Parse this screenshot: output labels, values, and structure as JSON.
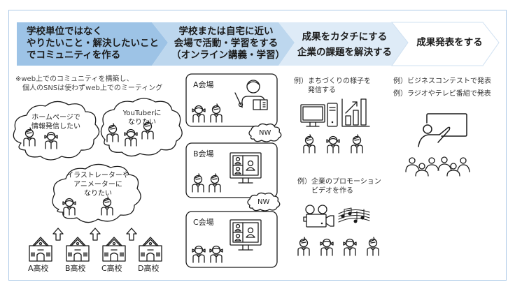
{
  "steps": [
    {
      "lines": [
        "学校単位ではなく",
        "やりたいこと・解決したいこと",
        "でコミュニティを作る"
      ],
      "color": "#9dc3e6"
    },
    {
      "lines": [
        "学校または自宅に近い",
        "会場で活動・学習をする",
        "（オンライン講義・学習）"
      ],
      "color": "#bdd7ee"
    },
    {
      "lines": [
        "成果をカタチにする",
        "企業の課題を解決する"
      ],
      "color": "#deebf7"
    },
    {
      "lines": [
        "成果発表をする"
      ],
      "color": "#ffffff"
    }
  ],
  "community": {
    "note_lines": [
      "※web上でのコミュニティを構築し、",
      "個人のSNSは使わずweb上でのミーティング"
    ],
    "clouds": [
      {
        "lines": [
          "ホームページで",
          "情報発信したい"
        ],
        "icon": "students-icon"
      },
      {
        "lines": [
          "YouTuberに",
          "なりたい"
        ],
        "icon": "students-icon"
      },
      {
        "lines": [
          "イラストレーターや",
          "アニメーターに",
          "なりたい"
        ],
        "icon": "students-icon"
      }
    ],
    "schools": [
      "A高校",
      "B高校",
      "C高校",
      "D高校"
    ]
  },
  "venues": {
    "rooms": [
      {
        "label": "A会場",
        "icon": "teacher-icon"
      },
      {
        "label": "B会場",
        "icon": "video-conference-monitor-icon"
      },
      {
        "label": "C会場",
        "icon": "video-conference-monitor-icon"
      }
    ],
    "network_label": "NW"
  },
  "results": {
    "examples": [
      {
        "lines": [
          "例）まちづくりの様子を",
          "発信する"
        ],
        "icons": [
          "monitor-icon",
          "pc-tower-icon",
          "growth-chart-icon"
        ]
      },
      {
        "lines": [
          "例）企業のプロモーション",
          "ビデオを作る"
        ],
        "icons": [
          "video-camera-icon",
          "music-notes-icon"
        ]
      }
    ]
  },
  "presentation": {
    "examples": [
      "例）ビジネスコンテストで発表",
      "例）ラジオやテレビ番組で発表"
    ],
    "icons": [
      "presenter-icon",
      "audience-icon"
    ]
  },
  "colors": {
    "frame_border": "#aecbe8",
    "line": "#1a1a1a"
  }
}
